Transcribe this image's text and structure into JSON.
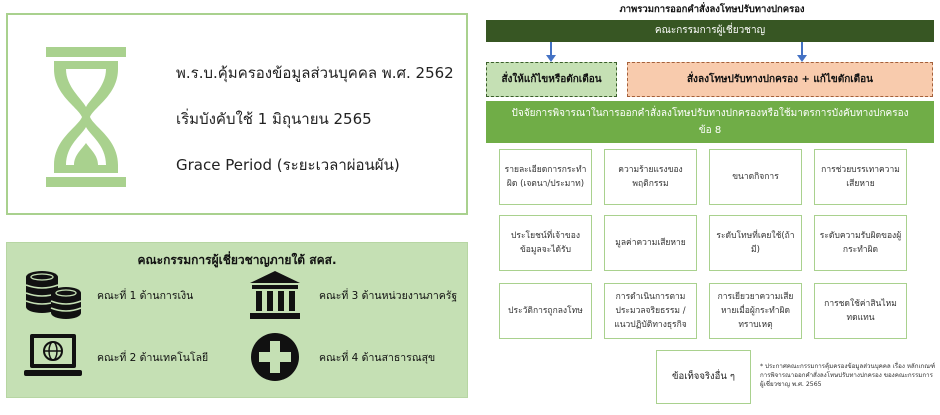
{
  "law_panel": {
    "lines": [
      "พ.ร.บ.คุ้มครองข้อมูลส่วนบุคคล พ.ศ. 2562",
      "เริ่มบังคับใช้ 1 มิถุนายน 2565",
      "Grace Period (ระยะเวลาผ่อนผัน)"
    ]
  },
  "committee": {
    "title": "คณะกรรมการผู้เชี่ยวชาญภายใต้ สคส.",
    "members": [
      {
        "label": "คณะที่ 1 ด้านการเงิน",
        "icon": "coins-icon"
      },
      {
        "label": "คณะที่ 3 ด้านหน่วยงานภาครัฐ",
        "icon": "government-building-icon"
      },
      {
        "label": "คณะที่ 2 ด้านเทคโนโลยี",
        "icon": "laptop-globe-icon"
      },
      {
        "label": "คณะที่ 4 ด้านสาธารณสุข",
        "icon": "medical-cross-icon"
      }
    ]
  },
  "diagram": {
    "title": "ภาพรวมการออกคำสั่งลงโทษปรับทางปกครอง",
    "committee_bar": "คณะกรรมการผู้เชี่ยวชาญ",
    "order_box": "สั่งให้แก้ไขหรือตักเตือน",
    "penalty_box": "สั่งลงโทษปรับทางปกครอง + แก้ไขตักเตือน",
    "factors_line1": "ปัจจัยการพิจารณาในการออกคำสั่งลงโทษปรับทางปกครองหรือใช้มาตรการบังคับทางปกครอง",
    "factors_line2": "ข้อ 8",
    "factors": [
      "รายละเอียดการกระทำผิด (เจตนา/ประมาท)",
      "ความร้ายแรงของพฤติกรรม",
      "ขนาดกิจการ",
      "การช่วยบรรเทาความเสียหาย",
      "ประโยชน์ที่เจ้าของข้อมูลจะได้รับ",
      "มูลค่าความเสียหาย",
      "ระดับโทษที่เคยใช้(ถ้ามี)",
      "ระดับความรับผิดของผู้กระทำผิด",
      "ประวัติการถูกลงโทษ",
      "การดำเนินการตามประมวลจริยธรรม / แนวปฏิบัติทางธุรกิจ",
      "การเยียวยาความเสียหายเมื่อผู้กระทำผิดทราบเหตุ",
      "การชดใช้ค่าสินไหมทดแทน"
    ],
    "other_box": "ข้อเท็จจริงอื่น ๆ",
    "footnote": "* ประกาศคณะกรรมการคุ้มครองข้อมูลส่วนบุคคล เรื่อง หลักเกณฑ์การพิจารณาออกคำสั่งลงโทษปรับทางปกครอง ของคณะกรรมการผู้เชี่ยวชาญ พ.ศ. 2565"
  },
  "colors": {
    "dark_green": "#375623",
    "green": "#70ad47",
    "light_green": "#c5e0b4",
    "salmon": "#f8cbad",
    "arrow_blue": "#4472c4",
    "hourglass": "#a9d18e"
  }
}
